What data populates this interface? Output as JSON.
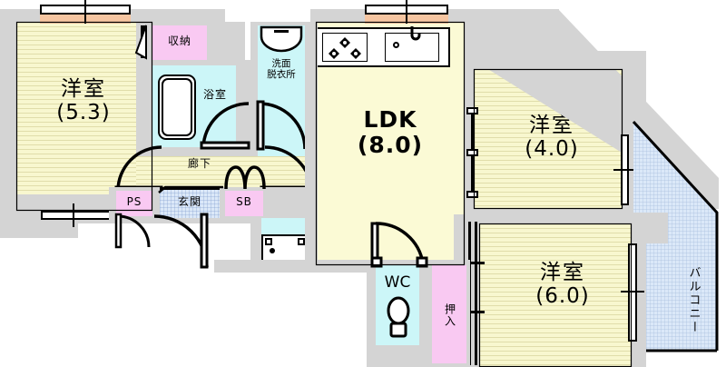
{
  "plan": {
    "type": "floor-plan",
    "unit_note": "",
    "rooms": [
      {
        "id": "washitsu_53",
        "name": "洋室",
        "size": "(5.3)",
        "kind": "bedroom"
      },
      {
        "id": "ldk",
        "name": "LDK",
        "size": "(8.0)",
        "kind": "living-dining-kitchen"
      },
      {
        "id": "washitsu_40",
        "name": "洋室",
        "size": "(4.0)",
        "kind": "bedroom"
      },
      {
        "id": "washitsu_60",
        "name": "洋室",
        "size": "(6.0)",
        "kind": "bedroom"
      }
    ],
    "labels": {
      "shuno": "収納",
      "yokushitsu": "浴室",
      "senmen": "洗面",
      "datsuijo": "脱衣所",
      "rouka": "廊下",
      "ps": "PS",
      "genkan": "玄関",
      "sb": "SB",
      "wc": "WC",
      "oshiire": "押入",
      "balcony": "バルコニー"
    },
    "colors": {
      "wall": "#d4d4d4",
      "room_floor": "#f8f7cf",
      "ldk_floor": "#fbfad5",
      "wet_area": "#ccf6f8",
      "closet": "#f9c9f2",
      "balcony": "#dbe8f8",
      "window_sill": "#f6c5a1",
      "line": "#000000"
    },
    "fixtures": [
      {
        "name": "bathtub",
        "room": "浴室"
      },
      {
        "name": "vanity-sink",
        "room": "洗面脱衣所"
      },
      {
        "name": "gas-stove",
        "room": "LDK"
      },
      {
        "name": "kitchen-sink",
        "room": "LDK"
      },
      {
        "name": "washing-machine",
        "room": "洗面脱衣所"
      },
      {
        "name": "toilet",
        "room": "WC"
      }
    ],
    "openings": {
      "windows": 5,
      "hinged_doors": 7,
      "sliding_doors": 4,
      "folding_door": 1
    }
  }
}
